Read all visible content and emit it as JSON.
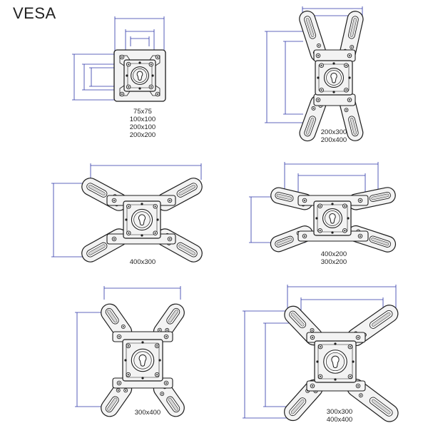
{
  "title": "VESA",
  "colors": {
    "outline": "#1c1c1c",
    "plate": "#f3f3f3",
    "slot": "#d6d6d6",
    "dimension": "#2b35a8",
    "screw": "#555555"
  },
  "mounts": [
    {
      "id": "small",
      "labels": [
        "75x75",
        "100x100",
        "200x100",
        "200x200"
      ]
    },
    {
      "id": "tall",
      "labels": [
        "200x300",
        "200x400"
      ]
    },
    {
      "id": "wide-x",
      "labels": [
        "400x300"
      ]
    },
    {
      "id": "flat-x",
      "labels": [
        "400x200",
        "300x200"
      ]
    },
    {
      "id": "narrow-x",
      "labels": [
        "300x400"
      ]
    },
    {
      "id": "large-x",
      "labels": [
        "300x300",
        "400x400"
      ]
    }
  ]
}
